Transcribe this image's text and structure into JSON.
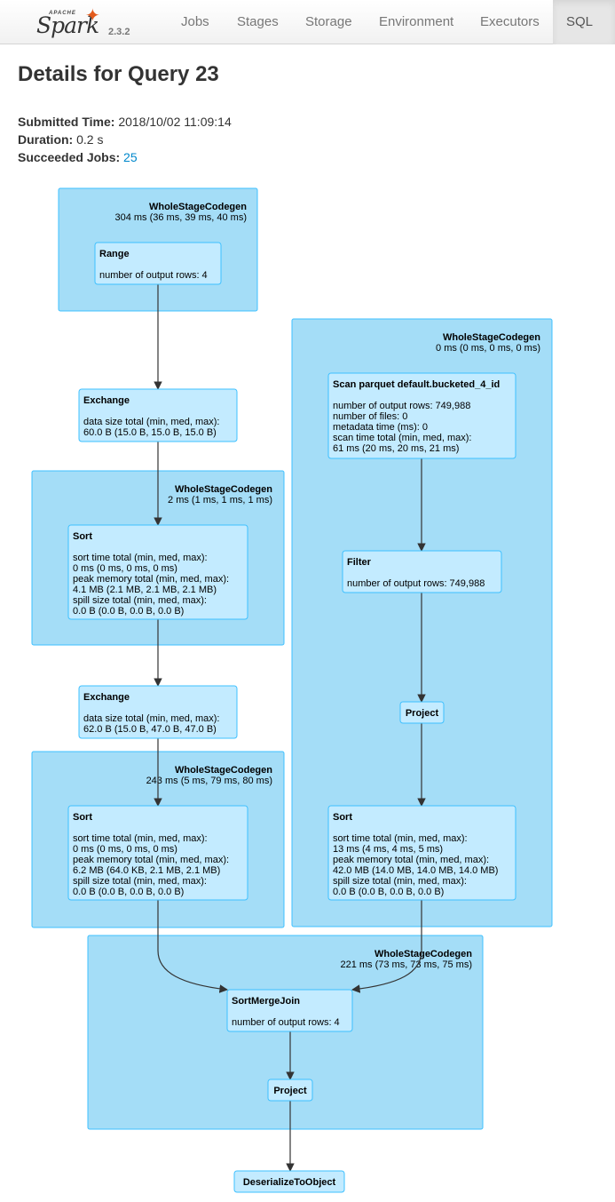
{
  "nav": {
    "brand_apache": "APACHE",
    "brand_name": "Spark",
    "version": "2.3.2",
    "tabs": [
      {
        "label": "Jobs"
      },
      {
        "label": "Stages"
      },
      {
        "label": "Storage"
      },
      {
        "label": "Environment"
      },
      {
        "label": "Executors"
      },
      {
        "label": "SQL",
        "active": true
      }
    ]
  },
  "page": {
    "title": "Details for Query 23",
    "submitted_label": "Submitted Time:",
    "submitted_value": "2018/10/02 11:09:14",
    "duration_label": "Duration:",
    "duration_value": "0.2 s",
    "jobs_label": "Succeeded Jobs:",
    "jobs_value": "25"
  },
  "dag": {
    "clusters": [
      {
        "id": "c1",
        "title": "WholeStageCodegen",
        "metric": "304 ms (36 ms, 39 ms, 40 ms)"
      },
      {
        "id": "c2",
        "title": "WholeStageCodegen",
        "metric": "0 ms (0 ms, 0 ms, 0 ms)"
      },
      {
        "id": "c3",
        "title": "WholeStageCodegen",
        "metric": "2 ms (1 ms, 1 ms, 1 ms)"
      },
      {
        "id": "c4",
        "title": "WholeStageCodegen",
        "metric": "243 ms (5 ms, 79 ms, 80 ms)"
      },
      {
        "id": "c5",
        "title": "WholeStageCodegen",
        "metric": "221 ms (73 ms, 73 ms, 75 ms)"
      }
    ],
    "nodes": [
      {
        "id": "range",
        "title": "Range",
        "lines": [
          "number of output rows: 4"
        ]
      },
      {
        "id": "exchange1",
        "title": "Exchange",
        "lines": [
          "data size total (min, med, max):",
          "60.0 B (15.0 B, 15.0 B, 15.0 B)"
        ]
      },
      {
        "id": "sort1",
        "title": "Sort",
        "lines": [
          "sort time total (min, med, max):",
          "0 ms (0 ms, 0 ms, 0 ms)",
          "peak memory total (min, med, max):",
          "4.1 MB (2.1 MB, 2.1 MB, 2.1 MB)",
          "spill size total (min, med, max):",
          "0.0 B (0.0 B, 0.0 B, 0.0 B)"
        ]
      },
      {
        "id": "exchange2",
        "title": "Exchange",
        "lines": [
          "data size total (min, med, max):",
          "62.0 B (15.0 B, 47.0 B, 47.0 B)"
        ]
      },
      {
        "id": "sort2",
        "title": "Sort",
        "lines": [
          "sort time total (min, med, max):",
          "0 ms (0 ms, 0 ms, 0 ms)",
          "peak memory total (min, med, max):",
          "6.2 MB (64.0 KB, 2.1 MB, 2.1 MB)",
          "spill size total (min, med, max):",
          "0.0 B (0.0 B, 0.0 B, 0.0 B)"
        ]
      },
      {
        "id": "scan",
        "title": "Scan parquet default.bucketed_4_id",
        "lines": [
          "number of output rows: 749,988",
          "number of files: 0",
          "metadata time (ms): 0",
          "scan time total (min, med, max):",
          "61 ms (20 ms, 20 ms, 21 ms)"
        ]
      },
      {
        "id": "filter",
        "title": "Filter",
        "lines": [
          "number of output rows: 749,988"
        ]
      },
      {
        "id": "project1",
        "title": "Project",
        "lines": []
      },
      {
        "id": "sort3",
        "title": "Sort",
        "lines": [
          "sort time total (min, med, max):",
          "13 ms (4 ms, 4 ms, 5 ms)",
          "peak memory total (min, med, max):",
          "42.0 MB (14.0 MB, 14.0 MB, 14.0 MB)",
          "spill size total (min, med, max):",
          "0.0 B (0.0 B, 0.0 B, 0.0 B)"
        ]
      },
      {
        "id": "smj",
        "title": "SortMergeJoin",
        "lines": [
          "number of output rows: 4"
        ]
      },
      {
        "id": "project2",
        "title": "Project",
        "lines": []
      },
      {
        "id": "deser",
        "title": "DeserializeToObject",
        "lines": []
      }
    ]
  }
}
